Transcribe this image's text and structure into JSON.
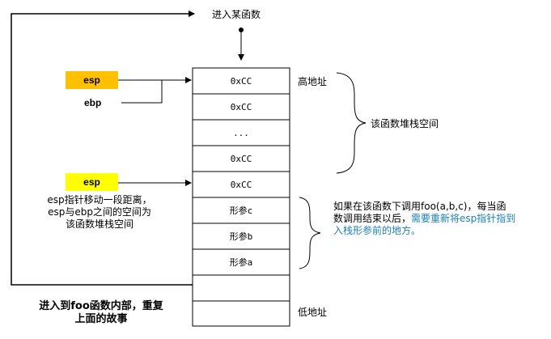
{
  "top_label": "进入某函数",
  "stack_cells": [
    "0xCC",
    "0xCC",
    "...",
    "0xCC",
    "0xCC",
    "形参c",
    "形参b",
    "形参a",
    "",
    ""
  ],
  "labels": {
    "high_addr": "高地址",
    "low_addr": "低地址",
    "frame_brace": "该函数堆栈空间",
    "esp_move": [
      "esp指针移动一段距离，",
      "esp与ebp之间的空间为",
      "该函数堆栈空间"
    ],
    "call_note_line1": "如果在该函数下调用foo(a,b,c)，每当函",
    "call_note_line2_plain": "数调用结束以后，",
    "call_note_line2_blue": "需要重新将esp指针指到",
    "call_note_line3_blue": "入栈形参前的地方。",
    "bottom_note": [
      "进入到foo函数内部，重复",
      "上面的故事"
    ]
  },
  "registers": {
    "esp_top": "esp",
    "ebp": "ebp",
    "esp_bottom": "esp"
  },
  "colors": {
    "esp_top_fill": "#ffc000",
    "esp_bottom_fill": "#ffff00",
    "line": "#000000",
    "note_blue": "#1d7fb6"
  }
}
